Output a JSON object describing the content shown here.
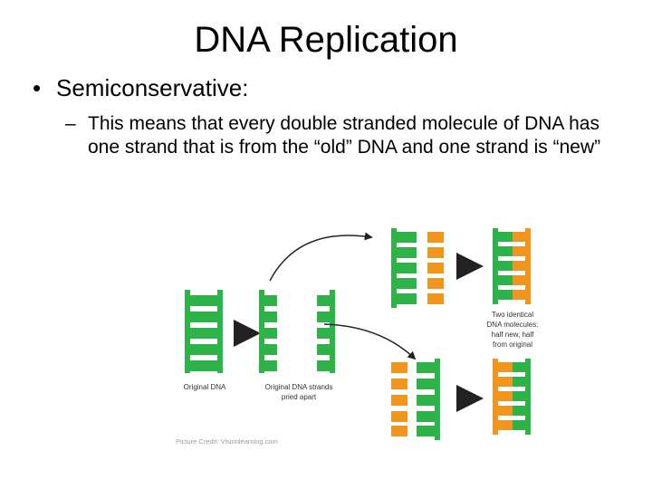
{
  "slide": {
    "title": "DNA Replication",
    "bullet": "Semiconservative:",
    "sub_bullet": "This means that every double stranded molecule of DNA has one strand that is from the “old” DNA and one strand is “new”"
  },
  "figure": {
    "caption_original": "Original DNA",
    "caption_pried_line1": "Original DNA strands",
    "caption_pried_line2": "pried apart",
    "caption_result_line1": "Two identical",
    "caption_result_line2": "DNA molecules:",
    "caption_result_line3": "half new, half",
    "caption_result_line4": "from original",
    "credit": "Picture Credit: Visionlearning.com",
    "colors": {
      "old_strand": "#2db34a",
      "new_strand": "#f0961e",
      "arrow": "#222222"
    }
  }
}
